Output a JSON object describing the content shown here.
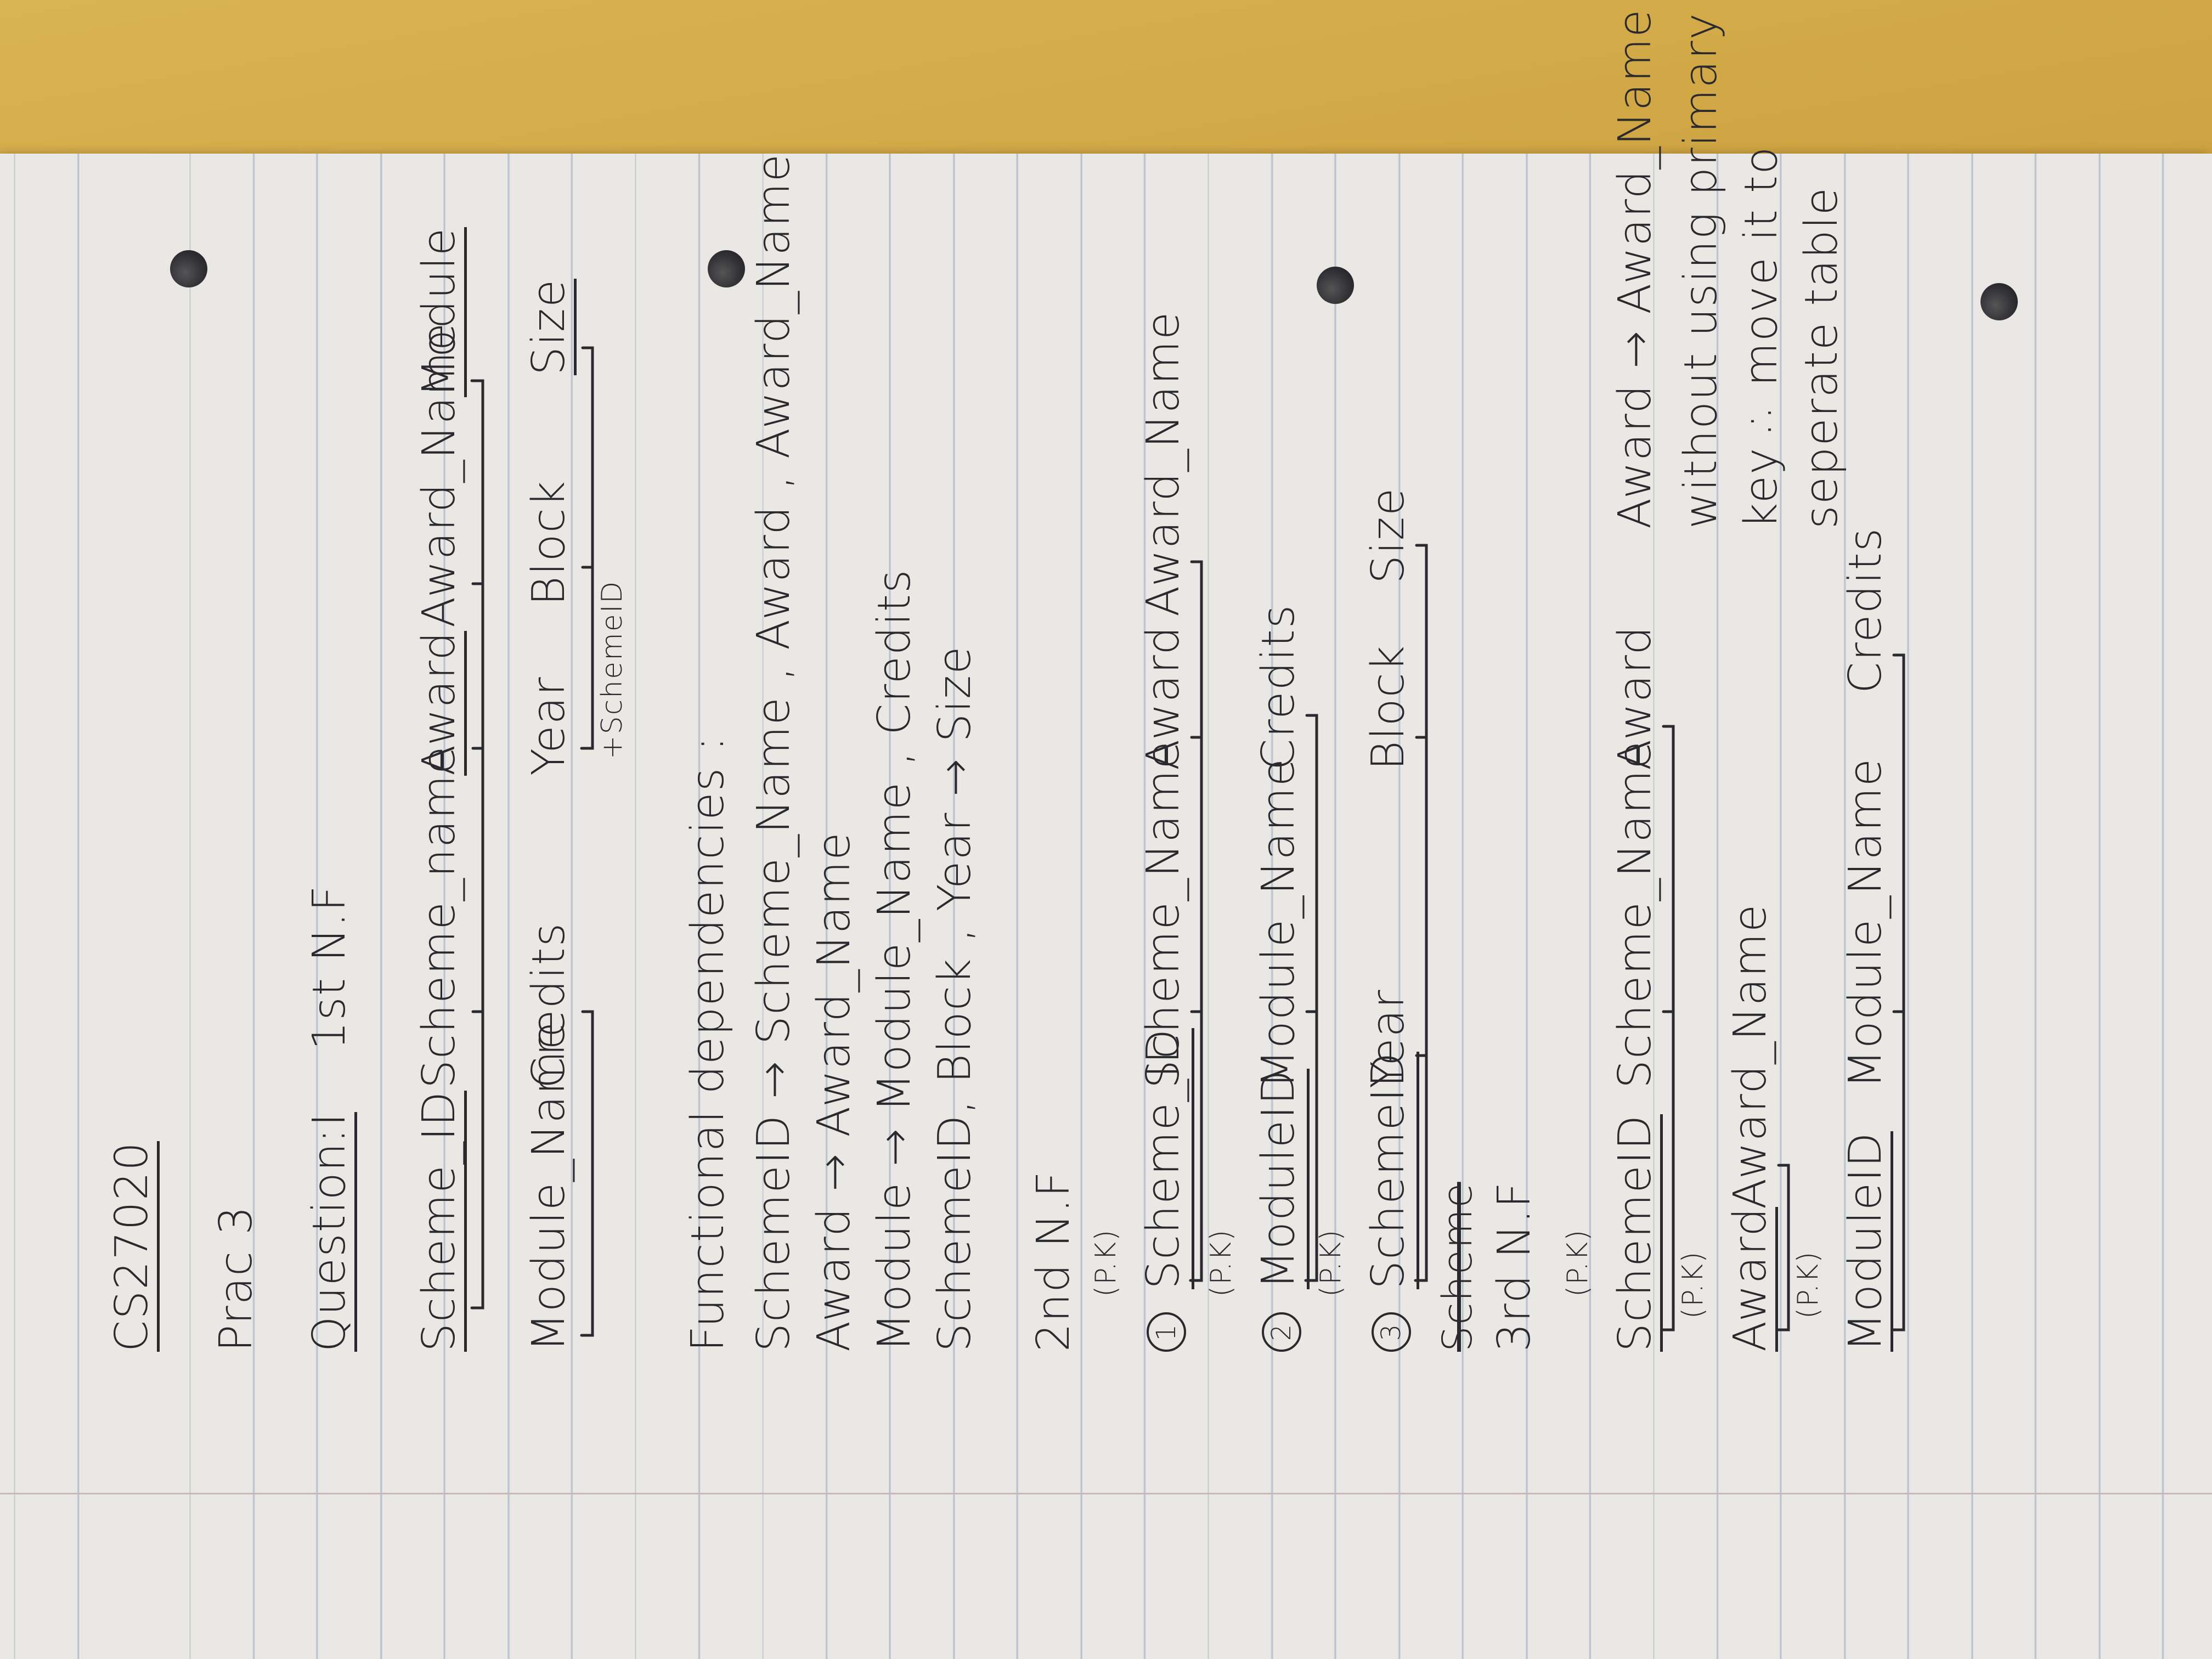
{
  "course_code": "CS27020",
  "prac": "Prac 3",
  "question": {
    "label": "Question I",
    "colon": ":",
    "form": "1st N.F",
    "attributes_row1": [
      "Scheme_ID",
      "Scheme_name",
      "Award",
      "Award_Name",
      "Module"
    ],
    "attributes_row2": [
      "Module_Name",
      "Credits",
      "Year",
      "Block",
      "Size"
    ],
    "note": "+SchemeID"
  },
  "functional_dependencies": {
    "title": "Functional dependencies :",
    "rules": [
      "SchemeID → Scheme_Name , Award , Award_Name",
      "Award → Award_Name",
      "Module → Module_Name , Credits",
      "SchemeID, Block , Year → Size"
    ]
  },
  "second_nf": {
    "title": "2nd N.F",
    "tables": [
      {
        "num": "1",
        "pk": "(P.K)",
        "key": "Scheme_ID",
        "attrs": [
          "Scheme_Name",
          "Award",
          "Award_Name"
        ]
      },
      {
        "num": "2",
        "pk": "(P.K)",
        "key": "ModuleID",
        "attrs": [
          "Module_Name",
          "Credits"
        ]
      },
      {
        "num": "3",
        "pk": "(P.K)",
        "key": "SchemeID",
        "attrs": [
          "Year",
          "Block",
          "Size"
        ]
      }
    ]
  },
  "third_nf": {
    "struck": "Scheme",
    "title": "3rd N.F",
    "tables": [
      {
        "pk": "(P.K)",
        "key": "SchemeID",
        "attrs": [
          "Scheme_Name",
          "Award"
        ]
      },
      {
        "pk": "(P.K)",
        "key": "Award",
        "attrs": [
          "Award_Name"
        ]
      },
      {
        "pk": "(P.K)",
        "key": "ModuleID",
        "attrs": [
          "Module_Name",
          "Credits"
        ]
      }
    ],
    "note_lines": [
      "Award → Award_Name",
      "without using primary",
      "key ∴ move it to",
      "seperate table"
    ]
  }
}
